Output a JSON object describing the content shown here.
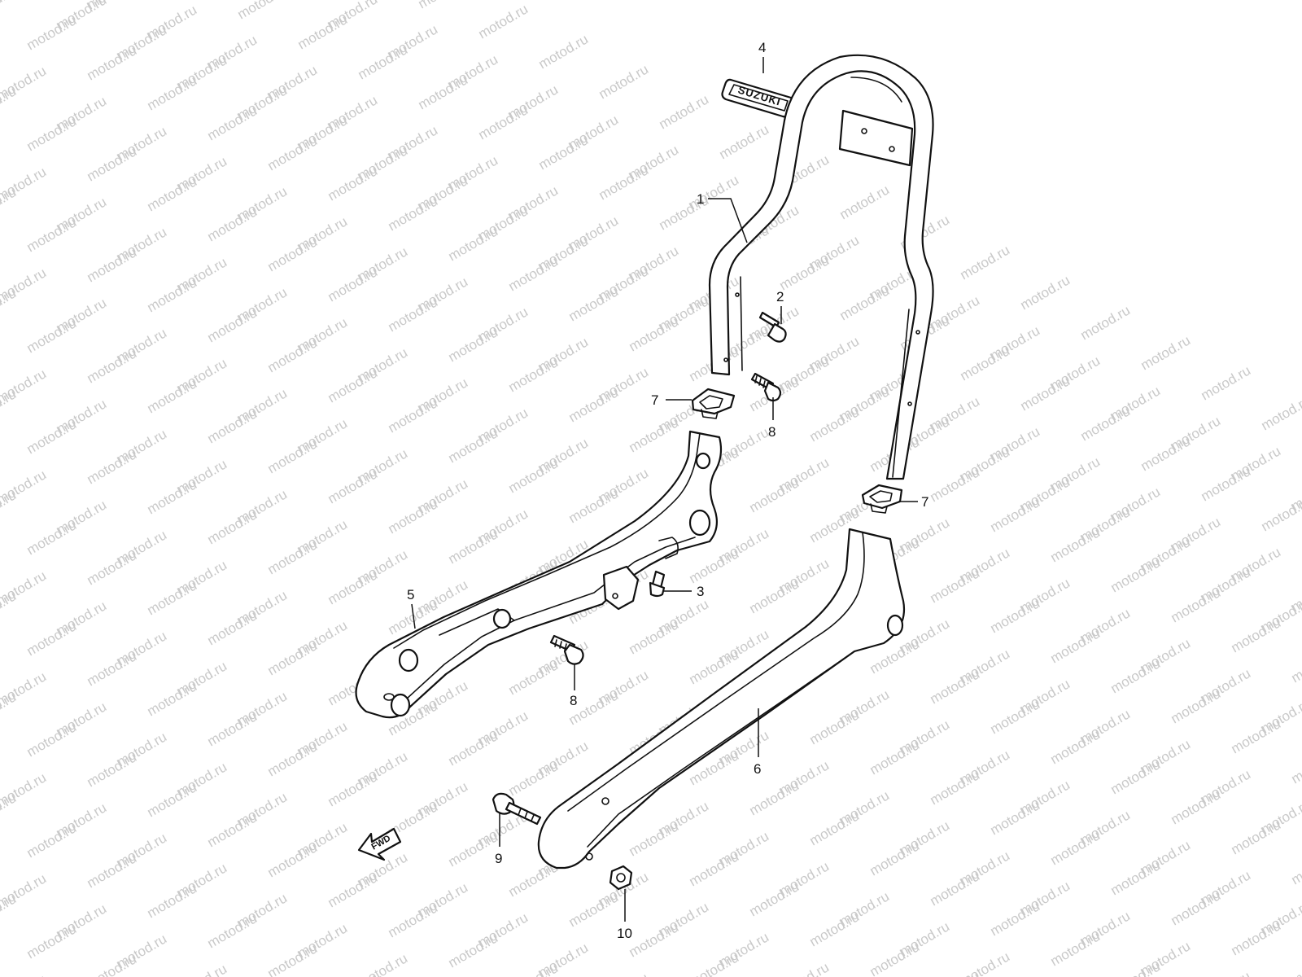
{
  "watermark": {
    "text": "motod.ru"
  },
  "emblem": {
    "text": "SUZUKI"
  },
  "direction": {
    "text": "FWD"
  },
  "callouts": {
    "c1": "1",
    "c2": "2",
    "c3": "3",
    "c4": "4",
    "c5": "5",
    "c6": "6",
    "c7a": "7",
    "c7b": "7",
    "c8a": "8",
    "c8b": "8",
    "c9": "9",
    "c10": "10"
  }
}
